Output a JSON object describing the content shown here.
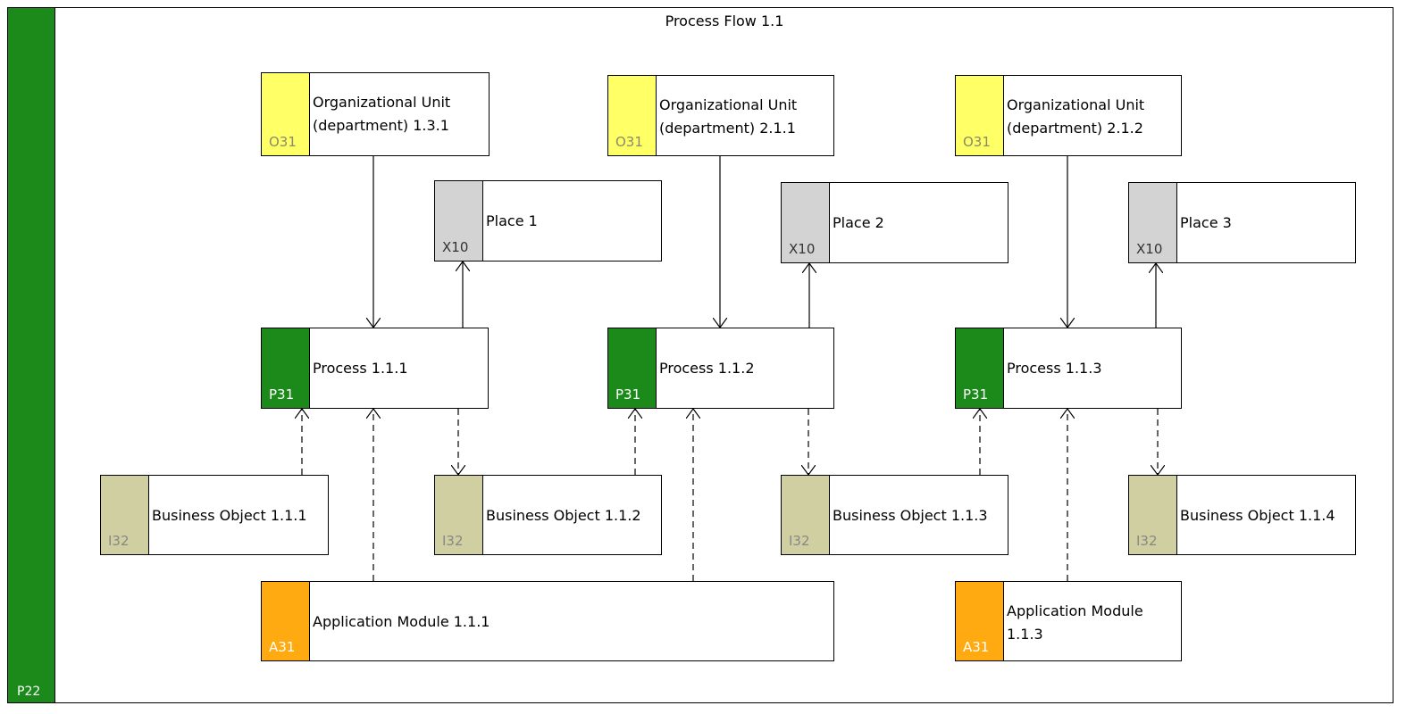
{
  "diagram": {
    "title": "Process Flow 1.1",
    "container_code": "P22",
    "colors": {
      "container": "#1b8a1b",
      "org_unit": "#ffff66",
      "place": "#d3d3d3",
      "process": "#1b8a1b",
      "business_object": "#cfcfa1",
      "application": "#ffaa11"
    }
  },
  "org_units": [
    {
      "code": "O31",
      "label": "Organizational Unit\n(department) 1.3.1"
    },
    {
      "code": "O31",
      "label": "Organizational Unit\n(department) 2.1.1"
    },
    {
      "code": "O31",
      "label": "Organizational Unit\n(department) 2.1.2"
    }
  ],
  "places": [
    {
      "code": "X10",
      "label": "Place 1"
    },
    {
      "code": "X10",
      "label": "Place 2"
    },
    {
      "code": "X10",
      "label": "Place 3"
    }
  ],
  "processes": [
    {
      "code": "P31",
      "label": "Process 1.1.1"
    },
    {
      "code": "P31",
      "label": "Process 1.1.2"
    },
    {
      "code": "P31",
      "label": "Process 1.1.3"
    }
  ],
  "business_objects": [
    {
      "code": "I32",
      "label": "Business Object 1.1.1"
    },
    {
      "code": "I32",
      "label": "Business Object 1.1.2"
    },
    {
      "code": "I32",
      "label": "Business Object 1.1.3"
    },
    {
      "code": "I32",
      "label": "Business Object 1.1.4"
    }
  ],
  "applications": [
    {
      "code": "A31",
      "label": "Application Module 1.1.1"
    },
    {
      "code": "A31",
      "label": "Application Module\n1.1.3"
    }
  ]
}
